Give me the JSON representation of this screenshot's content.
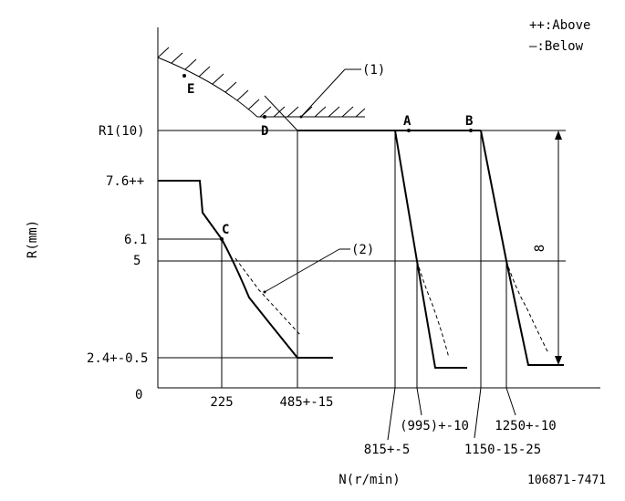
{
  "legend": {
    "above": "++:Above",
    "below": "—:Below"
  },
  "y_axis": {
    "title": "R(mm)",
    "ticks": [
      "R1(10)",
      "7.6++",
      "6.1",
      "5",
      "2.4+-0.5",
      "0"
    ]
  },
  "x_axis": {
    "title": "N(r/min)",
    "ticks": [
      "225",
      "485+-15",
      "815+-5",
      "(995)+-10",
      "1150-15-25",
      "1250+-10"
    ]
  },
  "points": [
    "E",
    "D",
    "A",
    "B",
    "C"
  ],
  "callouts": [
    "(1)",
    "(2)"
  ],
  "dimension": "8",
  "drawing_number": "106871-7471"
}
